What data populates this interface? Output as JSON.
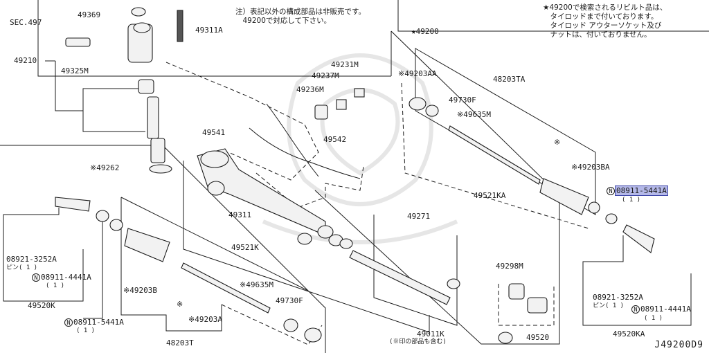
{
  "diagram_code": "J49200D9",
  "notes": {
    "note_center": "注）表記以外の構成部品は非販売です。\n　49200で対応して下さい。",
    "note_right": "★49200で検索されるリビルト品は、\n　タイロッドまで付いております。\n　タイロッド アウターソケット及び\n　ナットは、付いておりません。"
  },
  "labels": {
    "sec497": "SEC.497",
    "p49369": "49369",
    "p49311A": "49311A",
    "p49210": "49210",
    "p49325M": "49325M",
    "p49262": "※49262",
    "p49231M": "49231M",
    "p49237M": "49237M",
    "p49236M": "49236M",
    "p49541": "49541",
    "p49542": "49542",
    "p49311": "49311",
    "p49200": "★49200",
    "p49203AA": "※49203AA",
    "p48203TA": "48203TA",
    "p49730F_r": "49730F",
    "p49635M_r": "※49635M",
    "p49203BA": "※49203BA",
    "p49521KA": "49521KA",
    "n08911_5441A_r": "08911-5441A",
    "n08911_5441A_r_qty": "( 1 )",
    "p49271": "49271",
    "p49521K": "49521K",
    "p49635M_l": "※49635M",
    "p49730F_l": "49730F",
    "p49203B": "※49203B",
    "p49203A": "※49203A",
    "p48203T": "48203T",
    "p49011K": "49011K",
    "p49011K_note": "(※印の部品も含む)",
    "p49298M": "49298M",
    "p49520": "49520",
    "p08921_l": "08921-3252A",
    "pin_l": "ピン( 1 )",
    "n08911_4441A_l": "08911-4441A",
    "n08911_4441A_l_qty": "( 1 )",
    "p49520K": "49520K",
    "n08911_5441A_l": "08911-5441A",
    "n08911_5441A_l_qty": "( 1 )",
    "p08921_r": "08921-3252A",
    "pin_r": "ピン( 1 )",
    "n08911_4441A_r": "08911-4441A",
    "n08911_4441A_r_qty": "( 1 )",
    "p49520KA": "49520KA",
    "asterisk": "※",
    "circle_n": "N"
  },
  "highlight_color": "#b4b8e8"
}
